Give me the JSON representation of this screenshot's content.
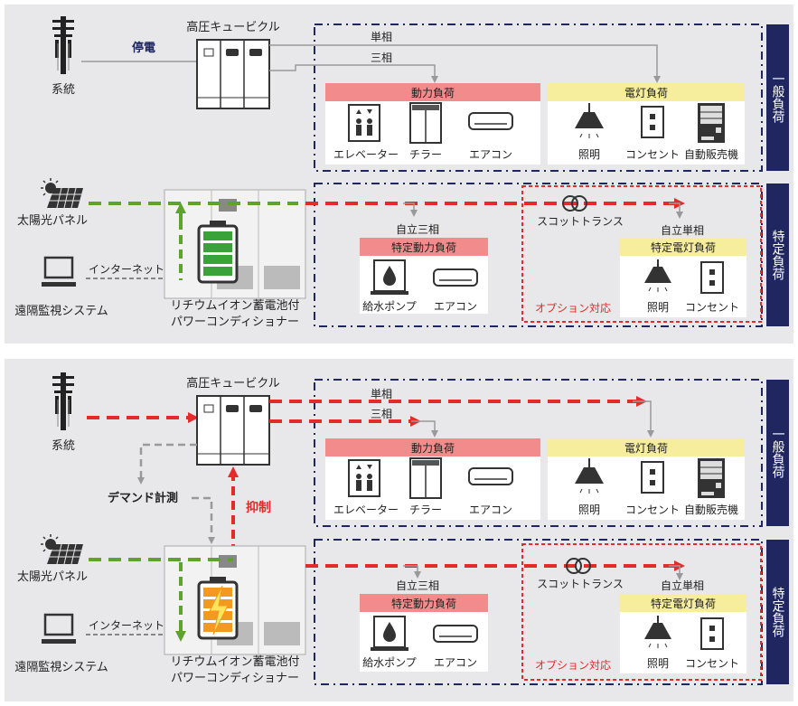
{
  "colors": {
    "panel_bg": "#e8e8ea",
    "navy": "#1f2660",
    "red_flow": "#e52a2a",
    "green_flow": "#5ea32c",
    "grey_line": "#999999",
    "power_header": "#f28c8c",
    "light_header": "#f6ee9c",
    "option_border": "#e52a2a",
    "option_text": "#e52a2a",
    "battery_green": "#39a33a",
    "battery_orange": "#f29a1d"
  },
  "labels": {
    "grid": "系統",
    "cubicle": "高圧キュービクル",
    "blackout": "停電",
    "single_phase": "単相",
    "three_phase": "三相",
    "solar_panel": "太陽光パネル",
    "internet": "インターネット",
    "monitoring": "遠隔監視システム",
    "pcs_line1": "リチウムイオン蓄電池付",
    "pcs_line2": "パワーコンディショナー",
    "independent_three": "自立三相",
    "scott_trans": "スコットトランス",
    "independent_single": "自立単相",
    "option": "オプション対応",
    "demand": "デマンド計測",
    "suppress": "抑制",
    "general_load": "一般負荷",
    "specific_load": "特定負荷"
  },
  "loads": {
    "power": {
      "title": "動力負荷",
      "items": [
        "エレベーター",
        "チラー",
        "エアコン"
      ]
    },
    "light": {
      "title": "電灯負荷",
      "items": [
        "照明",
        "コンセント",
        "自動販売機"
      ]
    },
    "specific_power": {
      "title": "特定動力負荷",
      "items": [
        "給水ポンプ",
        "エアコン"
      ]
    },
    "specific_light": {
      "title": "特定電灯負荷",
      "items": [
        "照明",
        "コンセント"
      ]
    }
  },
  "icons": {
    "pole": "utility-pole-icon",
    "cubicle": "cubicle-icon",
    "solar": "solar-panel-icon",
    "monitor": "monitor-icon",
    "pcs": "power-conditioner-icon",
    "battery": "battery-icon",
    "elevator": "elevator-icon",
    "chiller": "chiller-icon",
    "aircon": "air-conditioner-icon",
    "lamp": "ceiling-lamp-icon",
    "outlet": "outlet-icon",
    "vending": "vending-machine-icon",
    "pump": "water-pump-icon",
    "transformer": "scott-transformer-icon"
  },
  "scenarios": [
    {
      "id": "blackout",
      "battery_state": "charged"
    },
    {
      "id": "demand",
      "battery_state": "charging"
    }
  ]
}
